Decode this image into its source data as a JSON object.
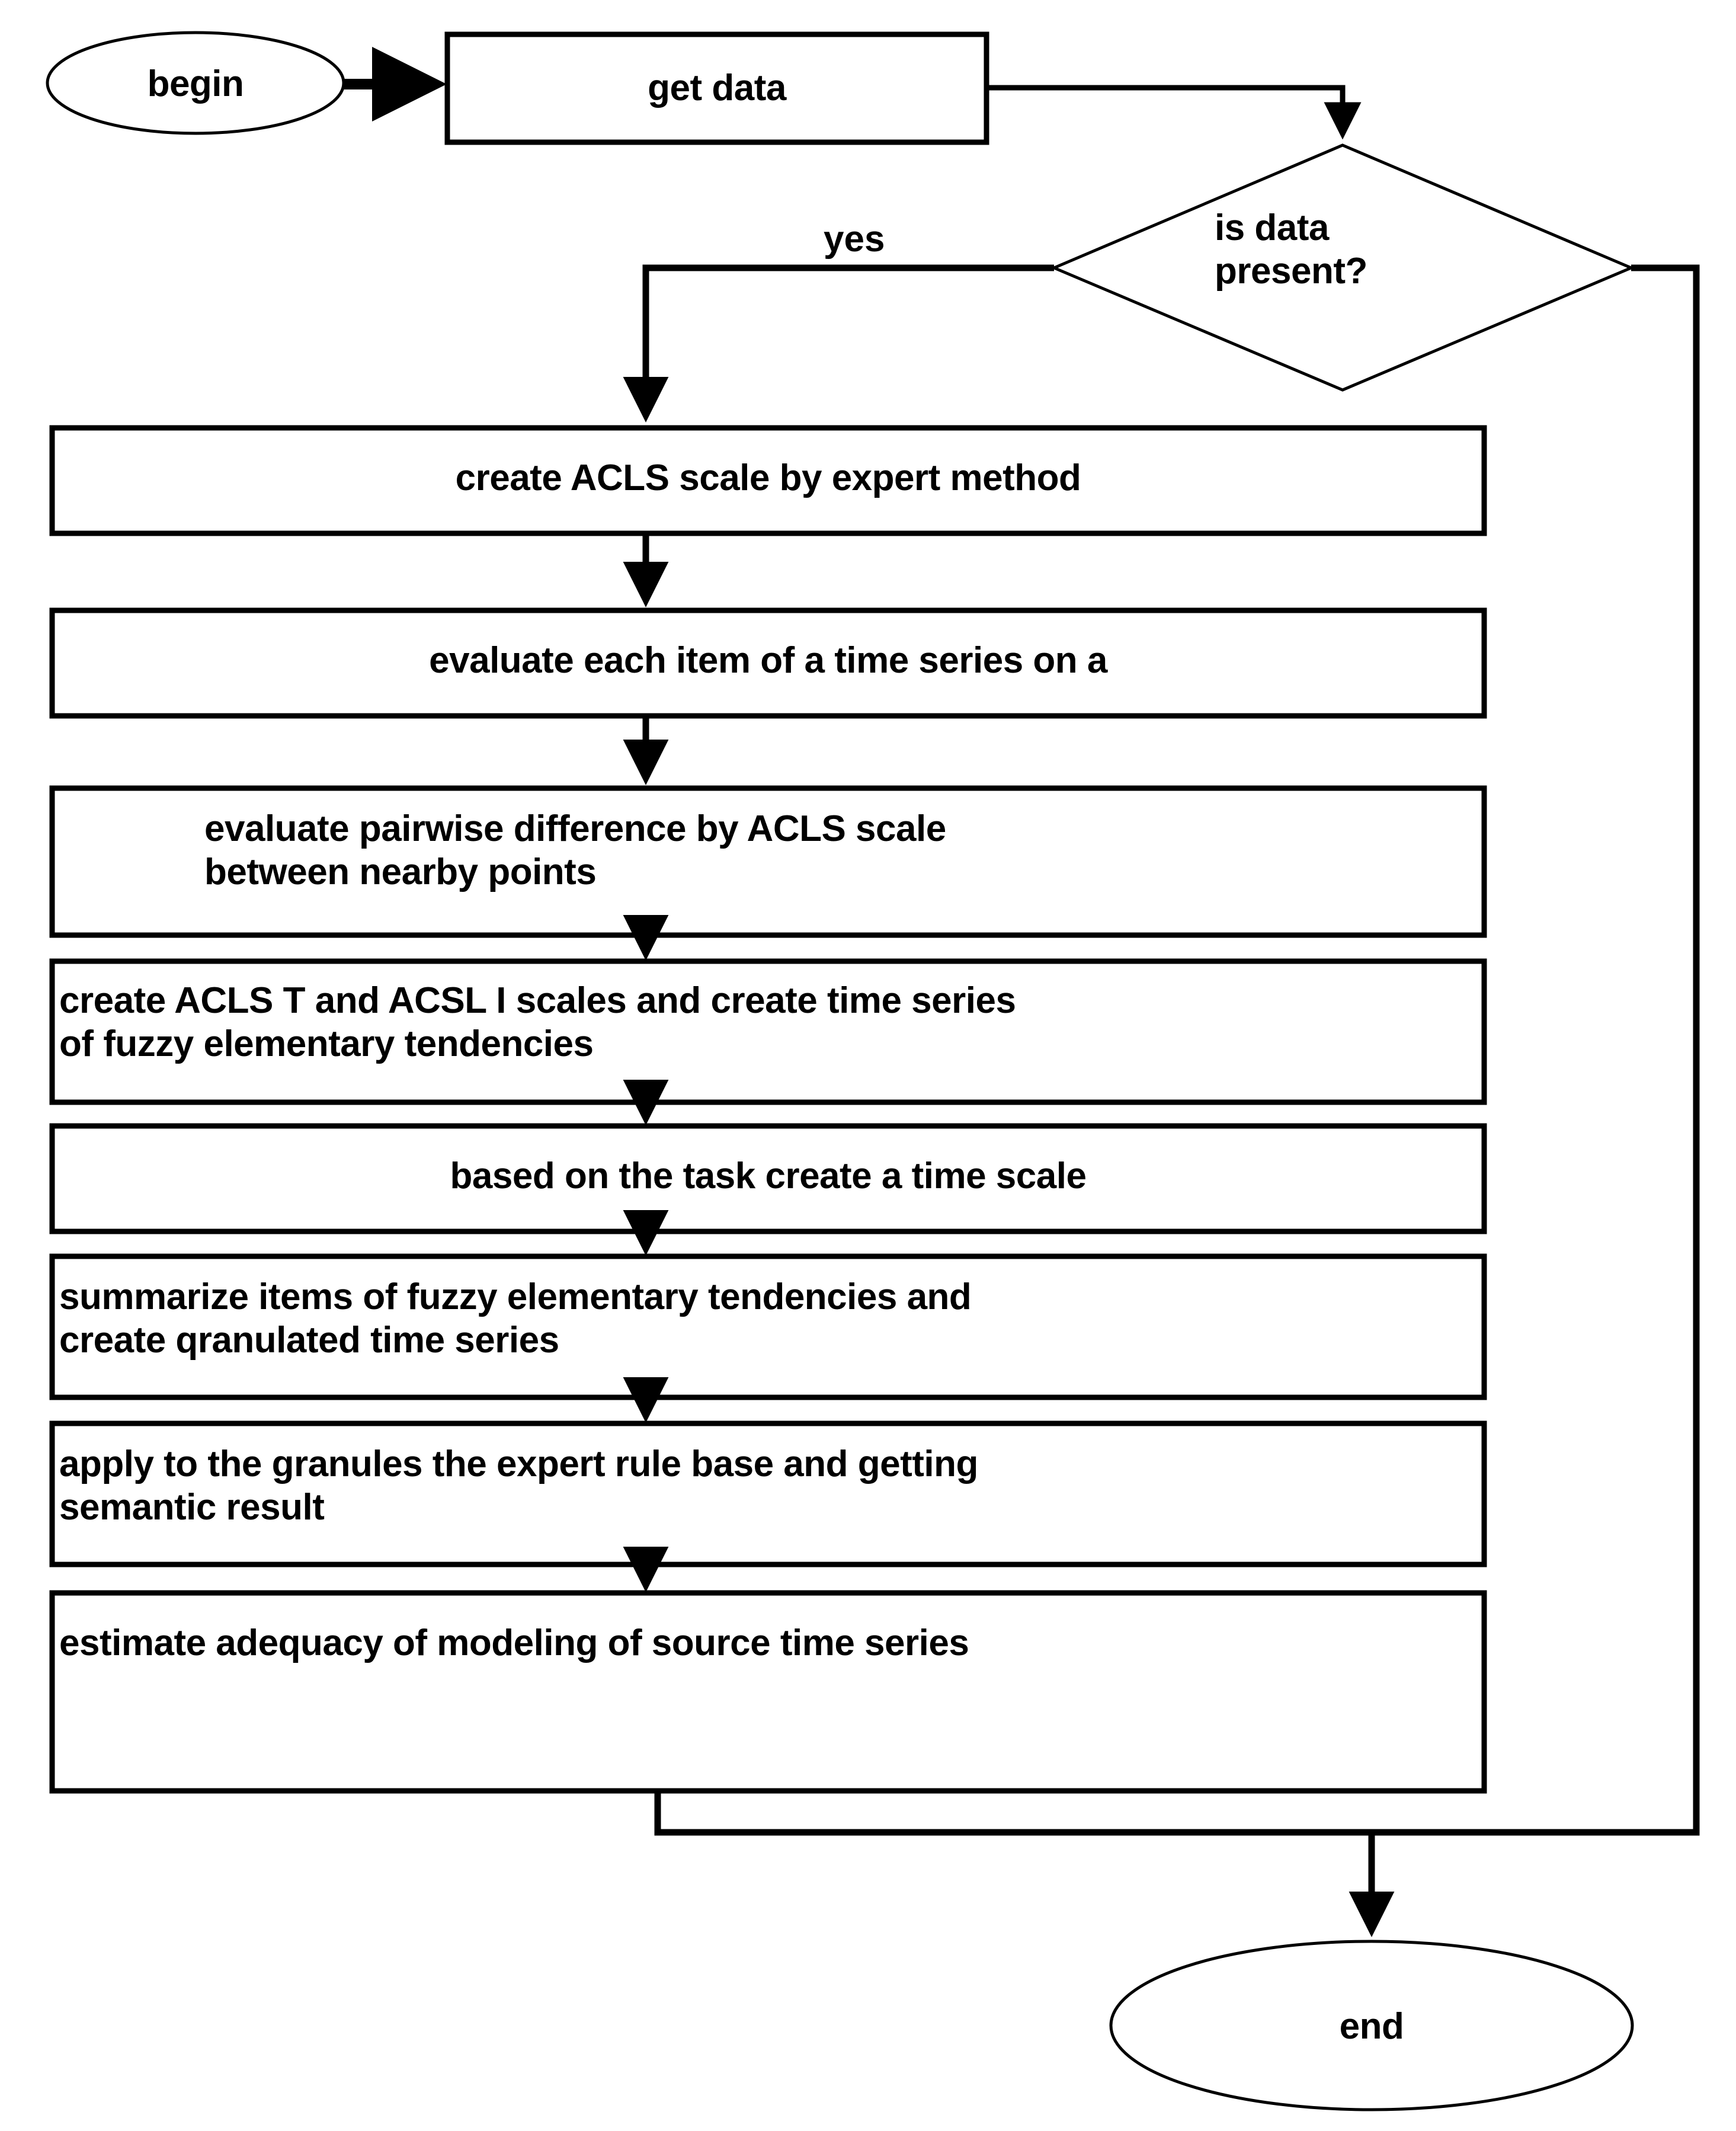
{
  "diagram": {
    "title": "ACLS fuzzy time series granulation flowchart",
    "type": "flowchart",
    "stroke_color": "#000000",
    "fill_color": "#ffffff",
    "text_color": "#000000"
  },
  "nodes": {
    "begin": {
      "label": "begin",
      "shape": "ellipse"
    },
    "get_data": {
      "label": "get data",
      "shape": "process"
    },
    "decision": {
      "label": "is data\npresent?",
      "shape": "decision"
    },
    "step1": {
      "label": "create ACLS scale by expert method",
      "shape": "process"
    },
    "step2": {
      "label": "evaluate each item of a time series on a",
      "shape": "process"
    },
    "step3": {
      "label": "evaluate pairwise difference by ACLS scale\nbetween nearby points",
      "shape": "process"
    },
    "step4": {
      "label": "create ACLS T and ACSL I scales and create time series\nof fuzzy elementary tendencies",
      "shape": "process"
    },
    "step5": {
      "label": "based on the task create a time scale",
      "shape": "process"
    },
    "step6": {
      "label": "summarize items of fuzzy elementary tendencies and\ncreate qranulated time series",
      "shape": "process"
    },
    "step7": {
      "label": "apply to the granules the expert rule base and getting\nsemantic result",
      "shape": "process"
    },
    "step8": {
      "label": "estimate adequacy of modeling of source time series",
      "shape": "process"
    },
    "end": {
      "label": "end",
      "shape": "ellipse"
    }
  },
  "edges": {
    "yes_branch": {
      "label": "yes",
      "from": "decision",
      "to": "step1"
    },
    "no_branch": {
      "label": "",
      "from": "decision",
      "to": "end"
    }
  }
}
